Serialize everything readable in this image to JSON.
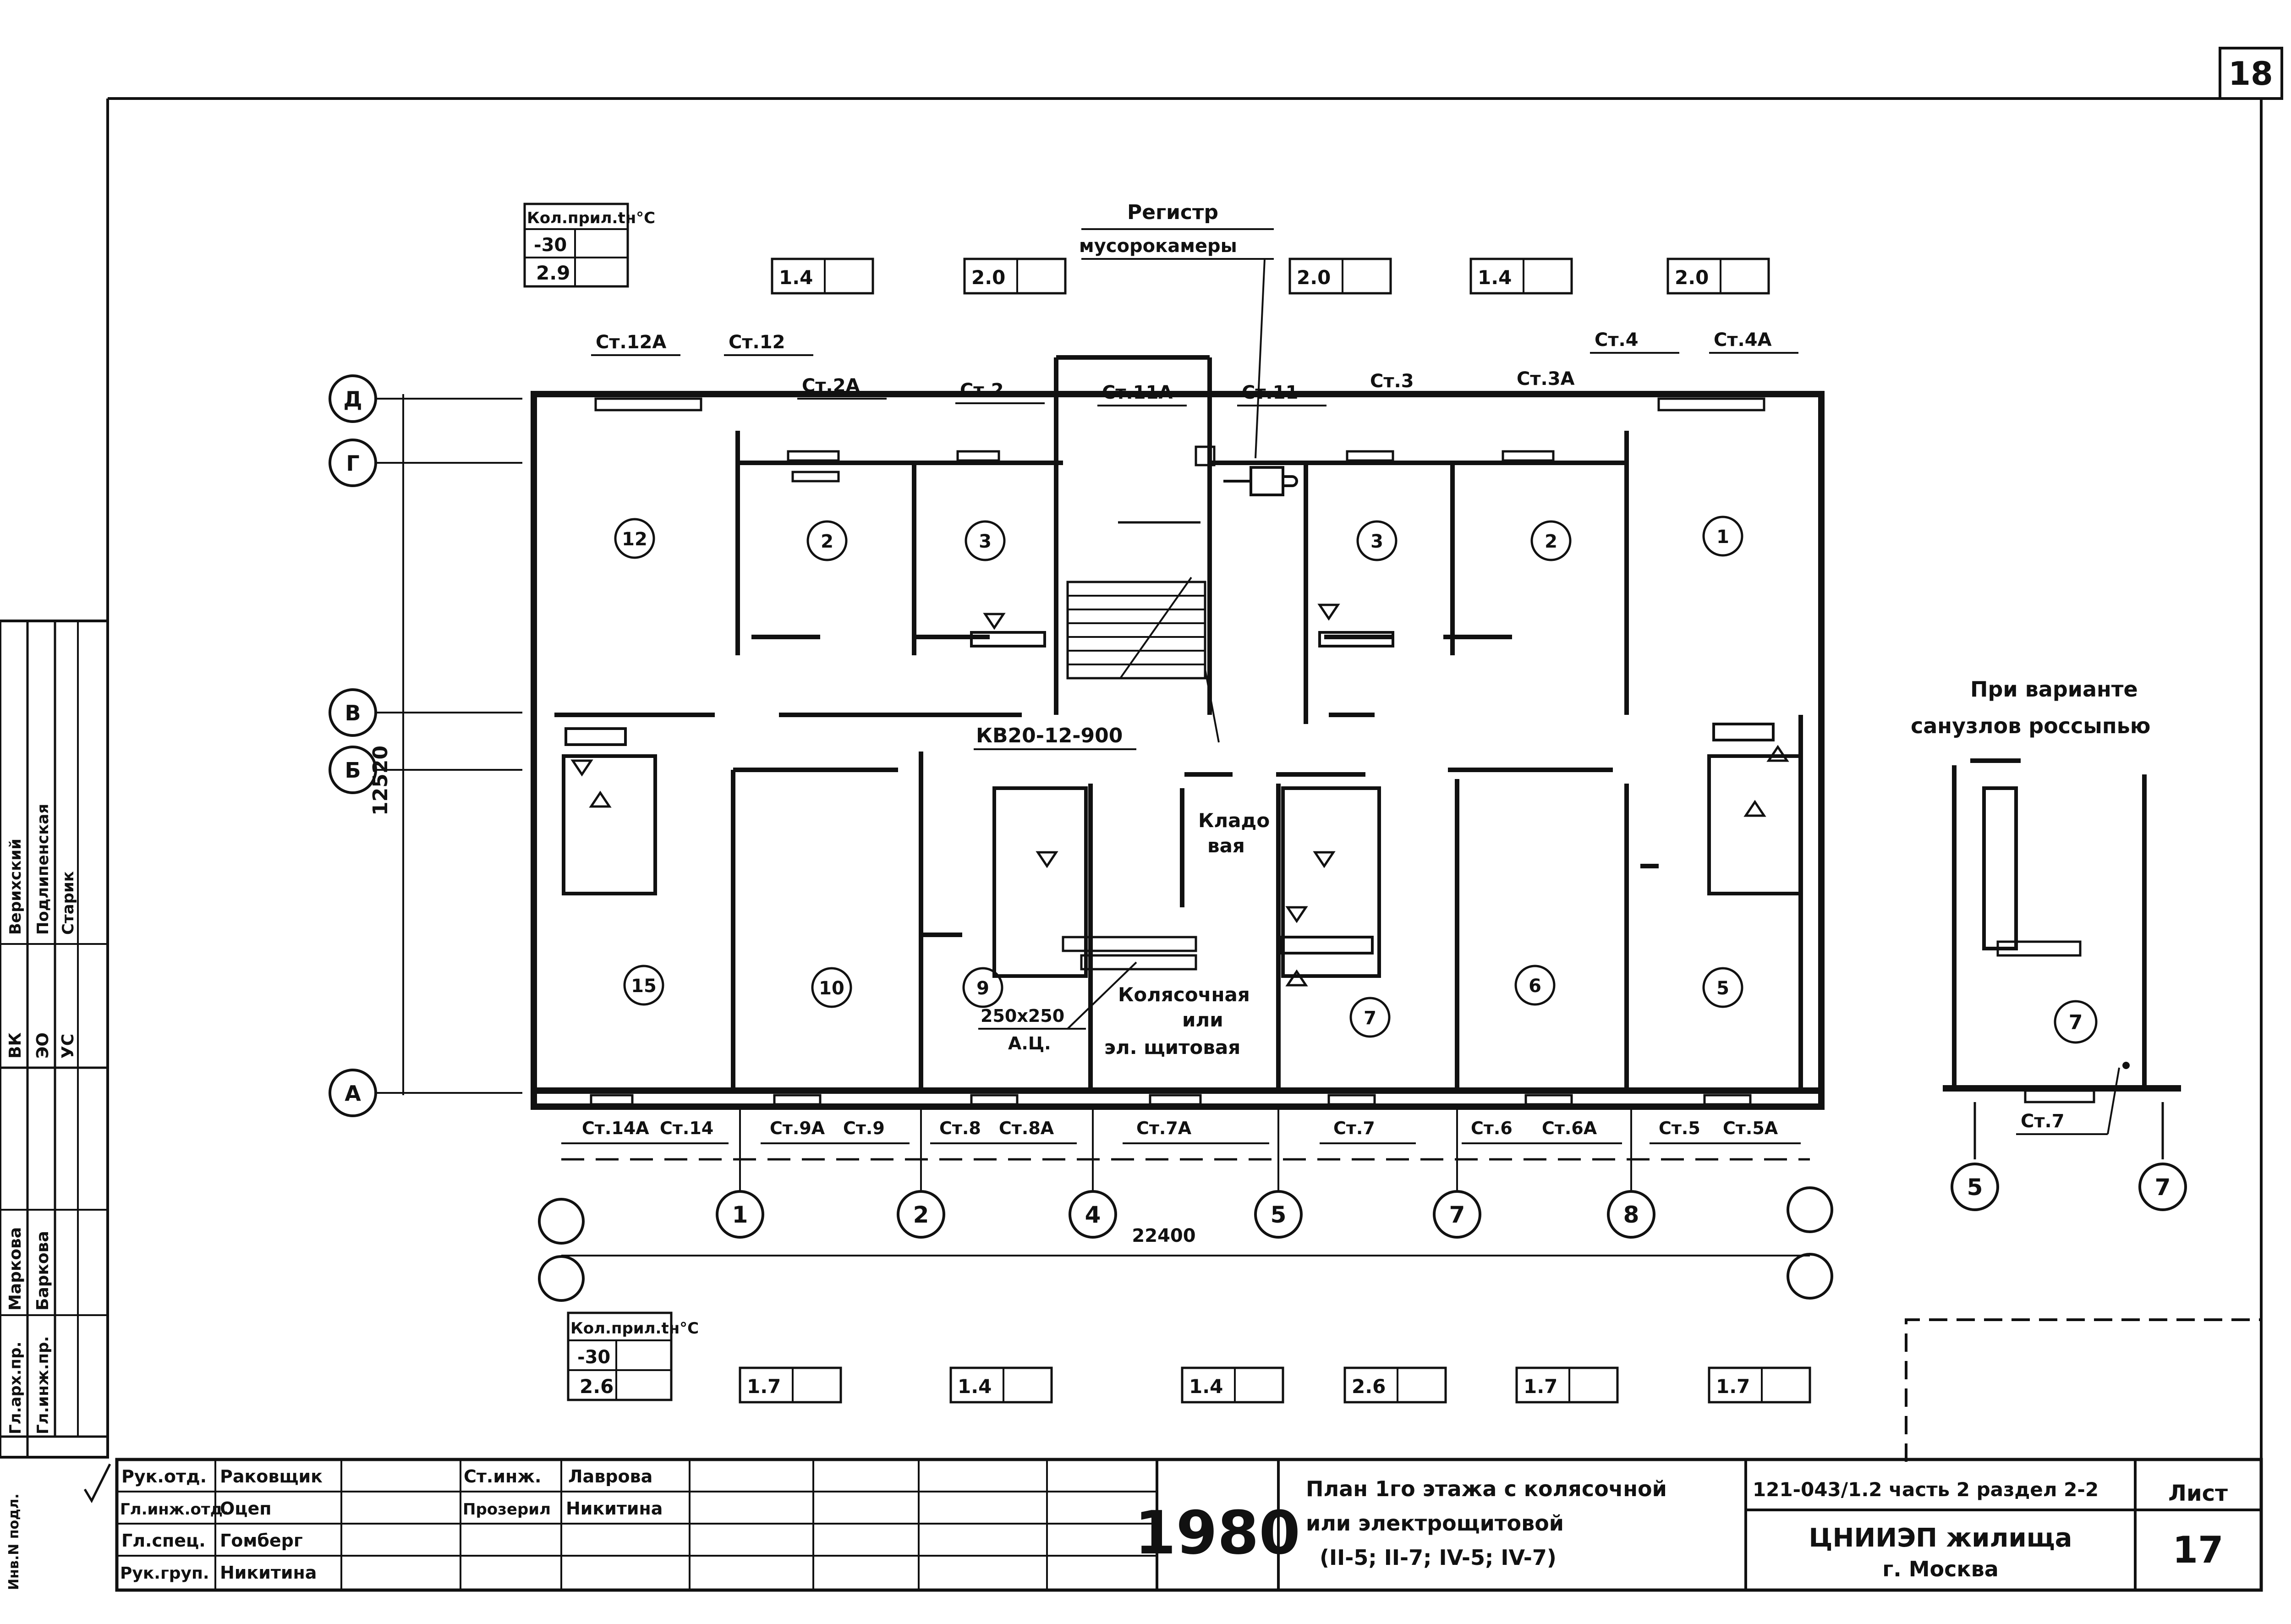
{
  "sheet_corner_number": "18",
  "top_table": {
    "header": "Кол.прил.tн°C",
    "temp": "-30",
    "value": "2.9"
  },
  "top_values": [
    "1.4",
    "2.0",
    "2.0",
    "1.4",
    "2.0"
  ],
  "bottom_table": {
    "header": "Кол.прил.tн°C",
    "temp": "-30",
    "value": "2.6"
  },
  "bottom_values": [
    "1.7",
    "1.4",
    "1.4",
    "2.6",
    "1.7",
    "1.7"
  ],
  "register_label": [
    "Регистр",
    "мусорокамеры"
  ],
  "riser_labels_top": [
    "Ст.12А",
    "Ст.12",
    "Ст.2А",
    "Ст.2",
    "Ст.11А",
    "Ст.11",
    "Ст.3",
    "Ст.3А",
    "Ст.4",
    "Ст.4А"
  ],
  "riser_labels_bottom": [
    "Ст.14А",
    "Ст.14",
    "Ст.9А",
    "Ст.9",
    "Ст.8",
    "Ст.8А",
    "Ст.7А",
    "Ст.7",
    "Ст.6",
    "Ст.6А",
    "Ст.5",
    "Ст.5А"
  ],
  "room_numbers_top": [
    "12",
    "2",
    "3",
    "3",
    "2",
    "1"
  ],
  "room_numbers_bottom": [
    "15",
    "10",
    "9",
    "7",
    "6",
    "5"
  ],
  "axis_letters": [
    "Д",
    "Г",
    "В",
    "Б",
    "А"
  ],
  "axis_numbers": [
    "1",
    "2",
    "4",
    "5",
    "7",
    "8"
  ],
  "dimension_vertical": "12520",
  "dimension_horizontal": "22400",
  "door_mark": "КВ20-12-900",
  "storeroom_label": [
    "Кладо",
    "вая"
  ],
  "stroller_label": [
    "Колясочная",
    "или",
    "эл. щитовая"
  ],
  "duct_label": [
    "250х250",
    "А.Ц."
  ],
  "variant": {
    "title": [
      "При варианте",
      "санузлов россыпью"
    ],
    "room": "7",
    "riser": "Ст.7",
    "axes": [
      "5",
      "7"
    ]
  },
  "approval_vertical": {
    "col1": [
      "Гл.арх.пр.",
      "Гл.инж.пр."
    ],
    "names1": [
      "Маркова",
      "Баркова"
    ],
    "col2": [
      "ВК",
      "ЭО",
      "УС"
    ],
    "names2": [
      "Верихский",
      "Подлипенская",
      "Старик"
    ],
    "bottom": "Инв.N подл."
  },
  "title_block": {
    "rows": [
      {
        "role": "Рук.отд.",
        "name": "Раковщик"
      },
      {
        "role": "Гл.инж.отд.",
        "name": "Оцеп"
      },
      {
        "role": "Гл.спец.",
        "name": "Гомберг"
      },
      {
        "role": "Рук.груп.",
        "name": "Никитина"
      }
    ],
    "rows2": [
      {
        "role": "Ст.инж.",
        "name": "Лаврова"
      },
      {
        "role": "Прозерил",
        "name": "Никитина"
      }
    ],
    "year": "1980",
    "title": [
      "План 1го этажа с колясочной",
      "или электрощитовой",
      "(II-5; II-7; IV-5; IV-7)"
    ],
    "code": "121-043/1.2 часть 2 раздел 2-2",
    "org": "ЦНИИЭП жилища",
    "city": "г. Москва",
    "sheet_label": "Лист",
    "sheet_no": "17"
  }
}
